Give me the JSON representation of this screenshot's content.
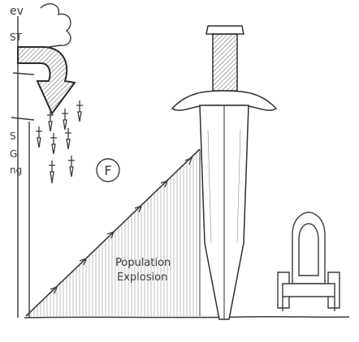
{
  "sketch": {
    "annotation_lines": [
      "Population",
      "Explosion"
    ],
    "circle_label": "F",
    "edge_fragments": {
      "top_left": "ev",
      "left_column": [
        "ST",
        "S",
        "G",
        "ng"
      ]
    }
  },
  "icons": [
    "curved-arrow-icon",
    "sword-icon",
    "throne-icon",
    "dagger-icon"
  ],
  "colors": {
    "ink": "#3a3a3a",
    "paper": "#ffffff"
  }
}
